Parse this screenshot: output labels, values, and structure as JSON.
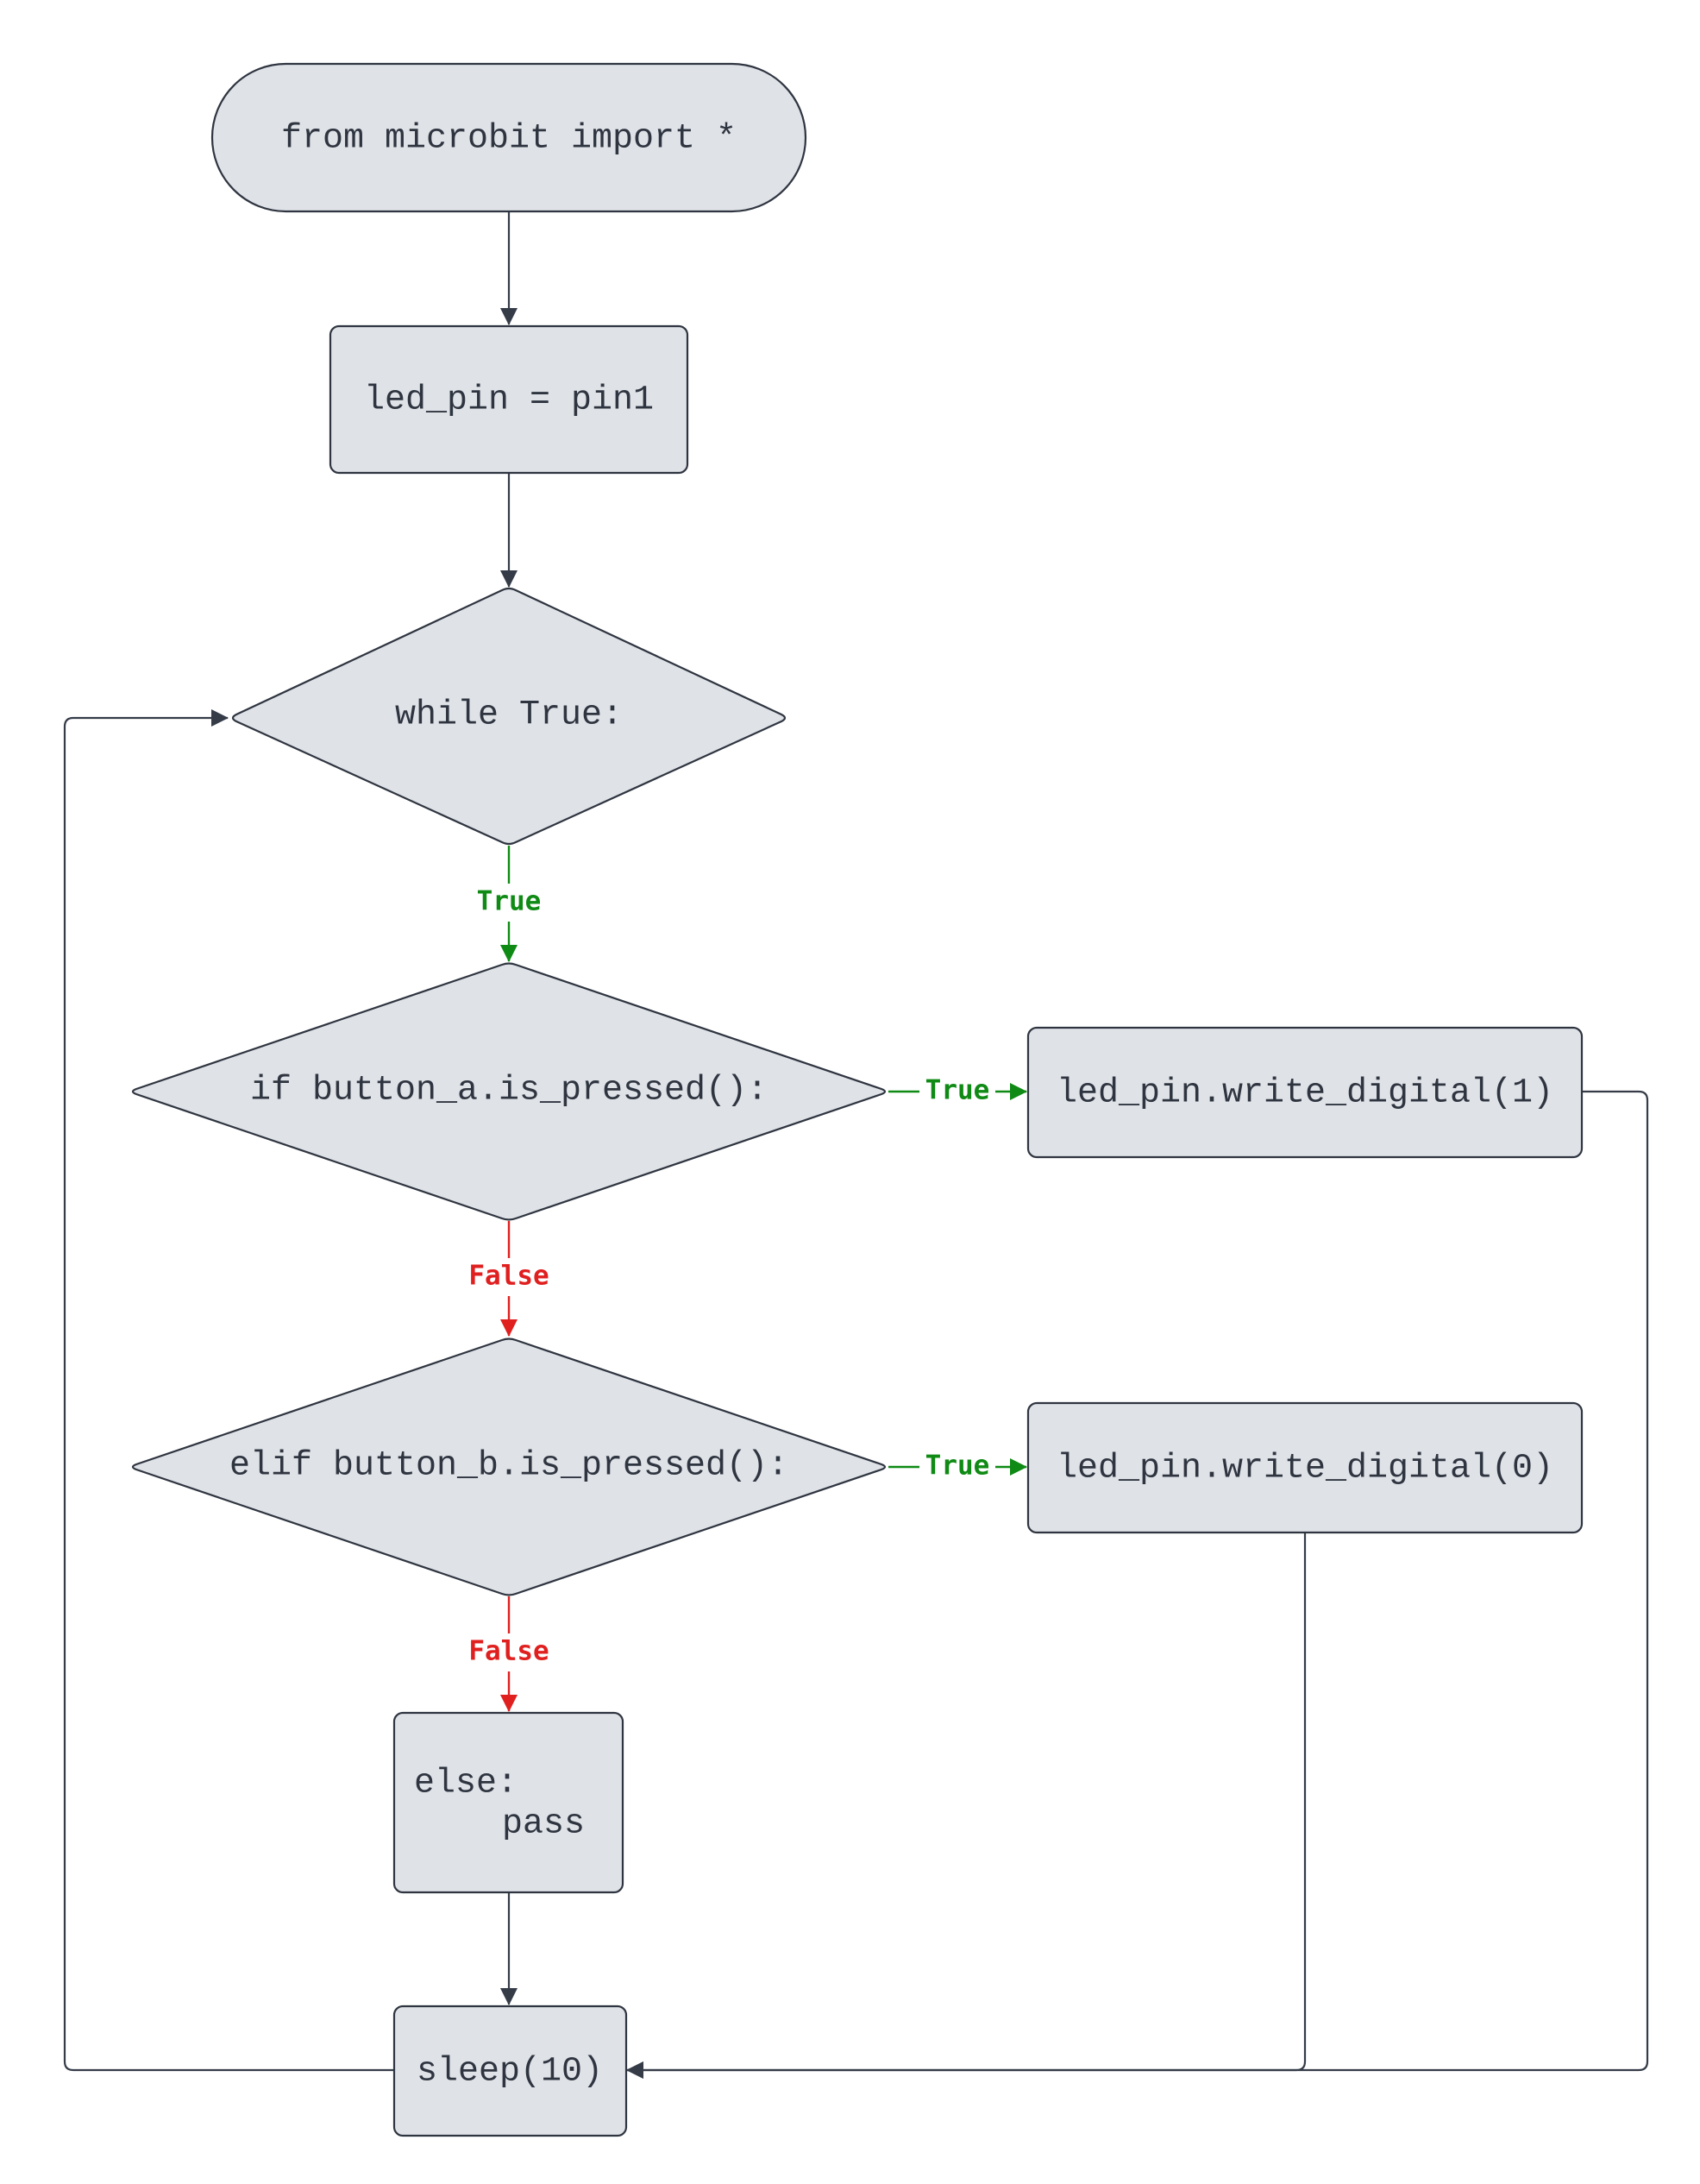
{
  "colors": {
    "node_fill": "#dfe2e7",
    "node_stroke": "#2f3540",
    "edge": "#353c48",
    "true_branch": "#0f8a14",
    "false_branch": "#e01f1f"
  },
  "nodes": {
    "start": "from microbit import *",
    "assign": "led_pin = pin1",
    "while_decision": "while True:",
    "if_decision": "if button_a.is_pressed():",
    "elif_decision": "elif button_b.is_pressed():",
    "write_high": "led_pin.write_digital(1)",
    "write_low": "led_pin.write_digital(0)",
    "else_line1": "else:",
    "else_line2": "pass",
    "sleep": "sleep(10)"
  },
  "edge_labels": {
    "while_true": "True",
    "if_true": "True",
    "if_false": "False",
    "elif_true": "True",
    "elif_false": "False"
  }
}
